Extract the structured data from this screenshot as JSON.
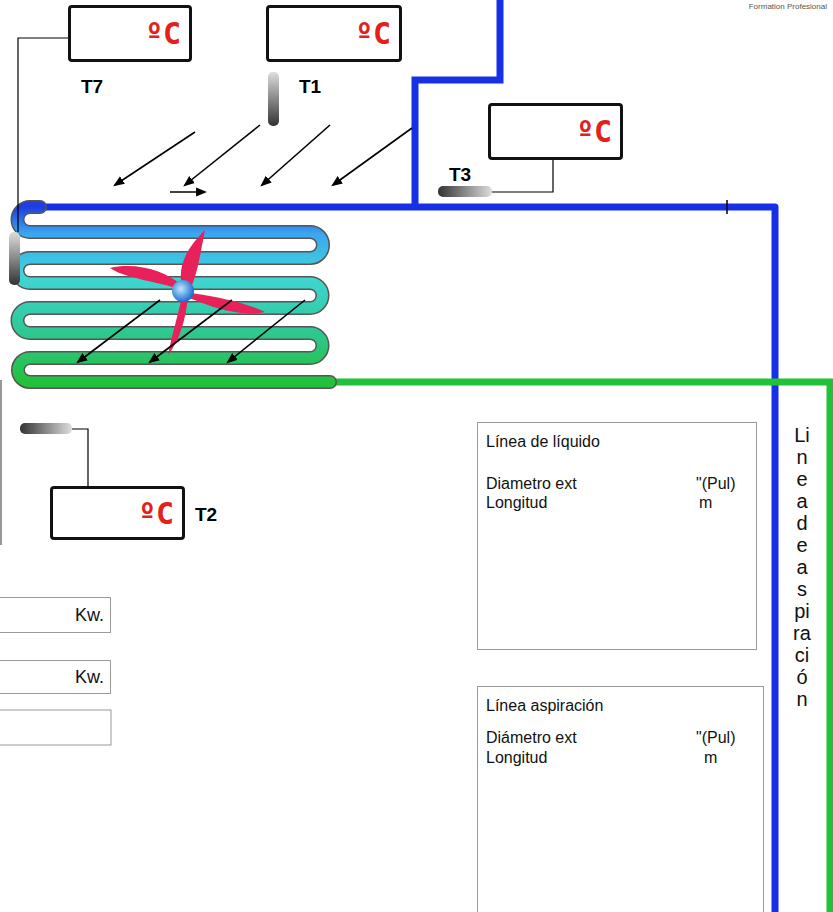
{
  "diagram": {
    "nodes": [
      {
        "text": [
          "ºC",
          "T7"
        ]
      },
      {
        "text": [
          "ºC",
          "T1"
        ]
      },
      {
        "text": [
          "ºC",
          "T3"
        ]
      },
      {
        "text": [
          "ºC",
          "T2"
        ]
      },
      {
        "text": [
          "Kw."
        ]
      },
      {
        "text": [
          "Kw."
        ]
      },
      {
        "text": [
          "Línea de líquido",
          "Diametro ext",
          "\"(Pul)",
          "Longitud",
          "m"
        ]
      },
      {
        "text": [
          "Línea aspiración",
          "Diámetro ext",
          "\"(Pul)",
          "Longitud",
          "m"
        ]
      }
    ],
    "labels": [
      "Formation Profesional",
      "Linea de aspiración"
    ]
  }
}
